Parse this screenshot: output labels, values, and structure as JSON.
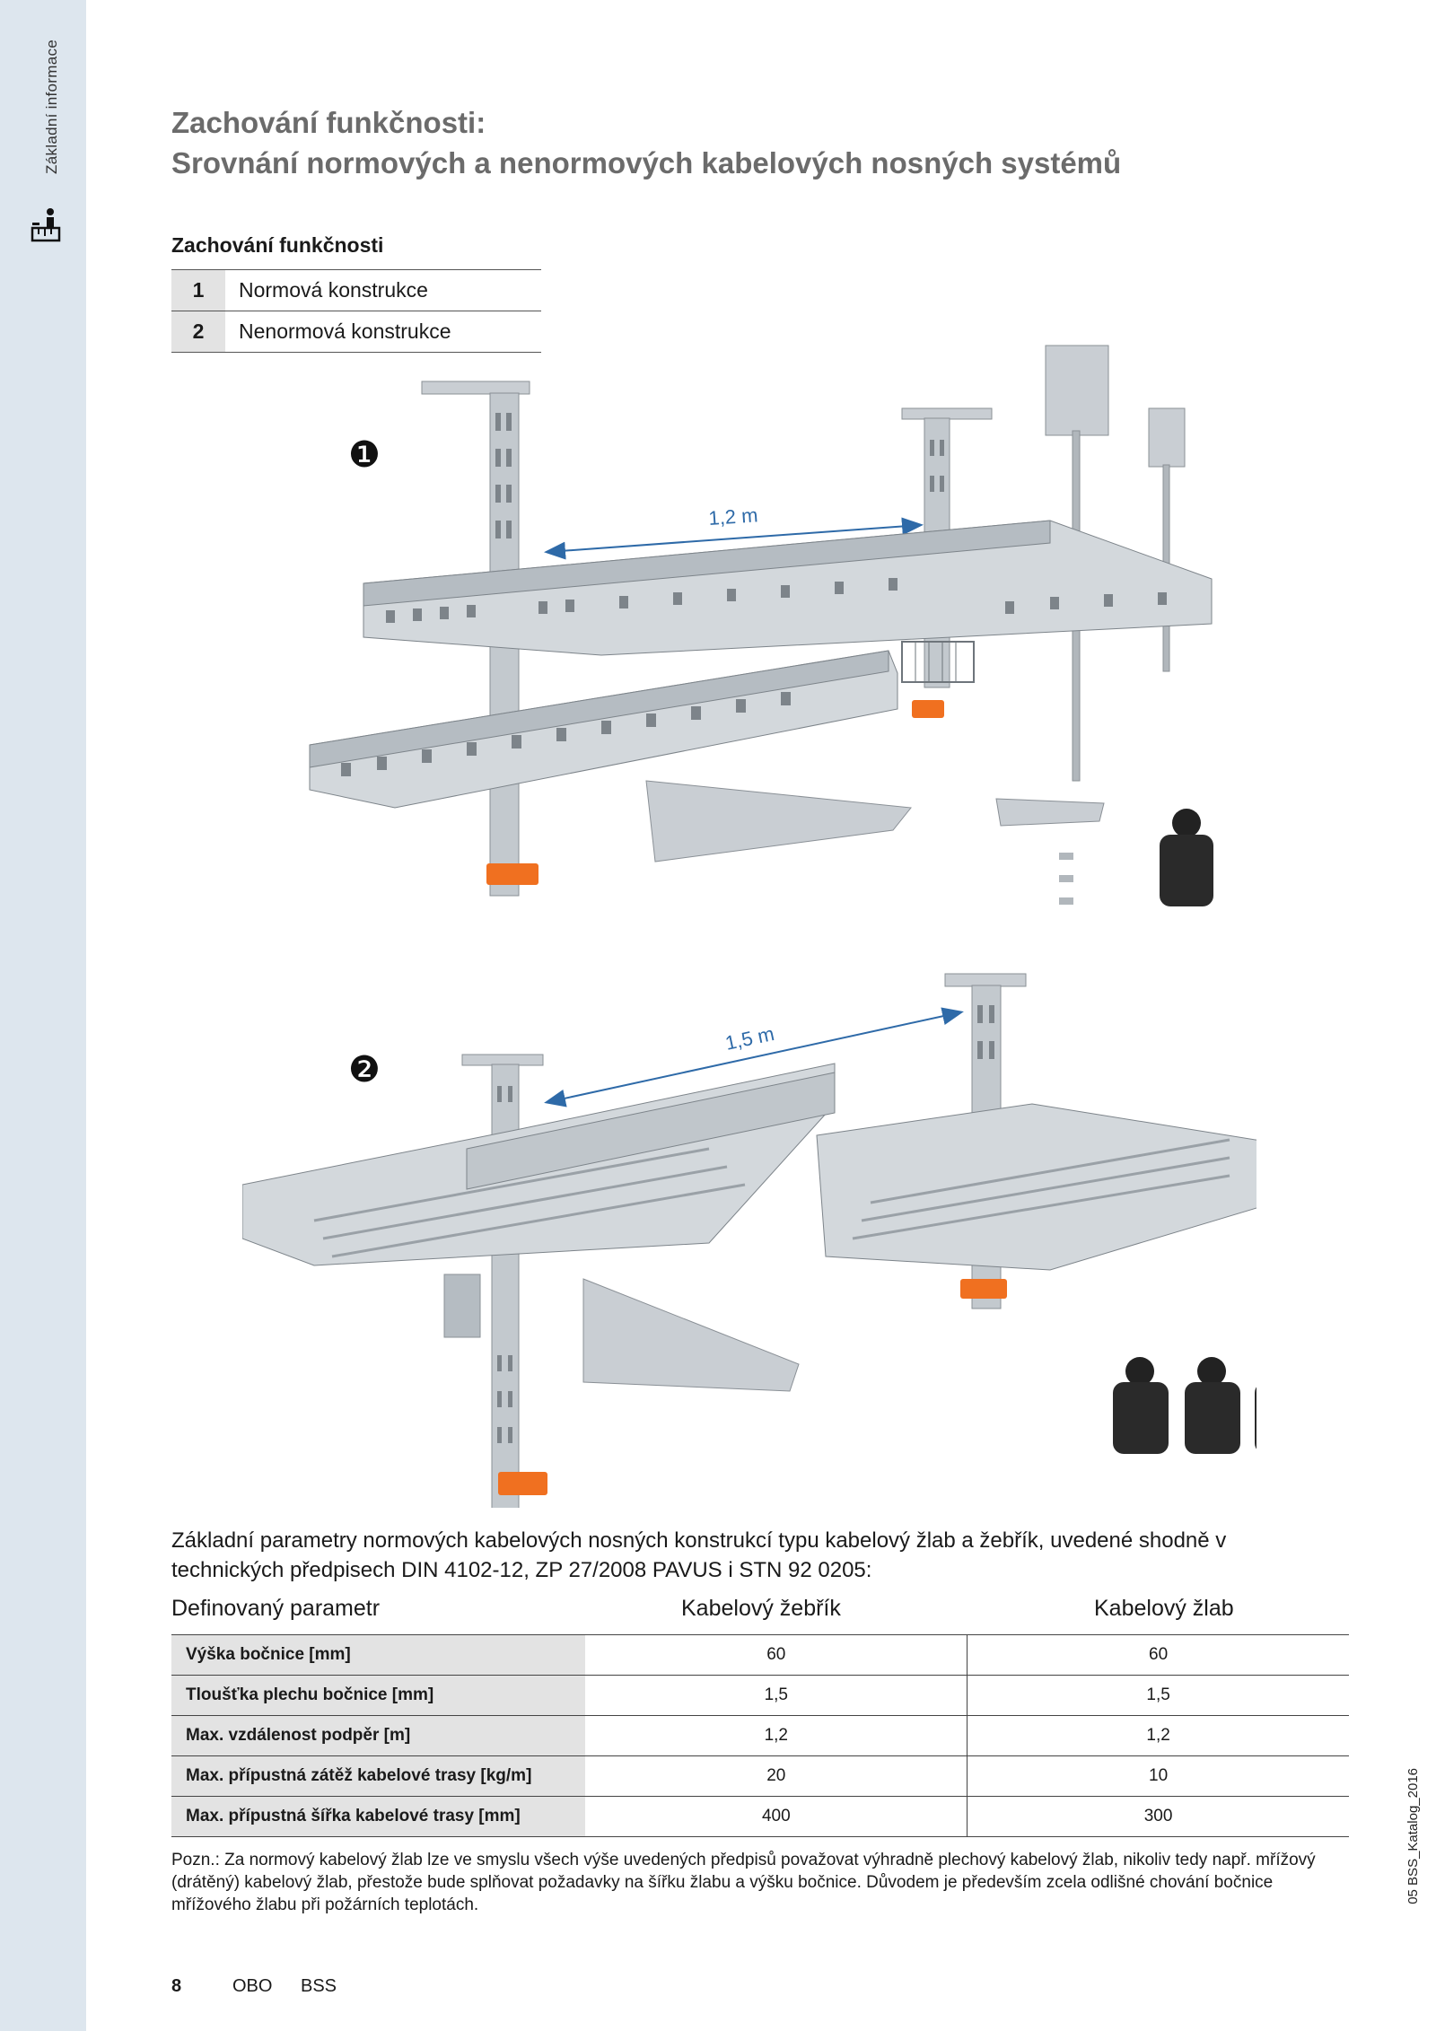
{
  "sidebar": {
    "label": "Základní informace"
  },
  "title": {
    "line1": "Zachování funkčnosti:",
    "line2": "Srovnání normových a nenormových kabelových nosných systémů"
  },
  "legend": {
    "title": "Zachování funkčnosti",
    "items": [
      {
        "num": "1",
        "text": "Normová konstrukce"
      },
      {
        "num": "2",
        "text": "Nenormová konstrukce"
      }
    ]
  },
  "figures": {
    "fig1": {
      "marker": "❶",
      "dimension": "1,2 m"
    },
    "fig2": {
      "marker": "❷",
      "dimension": "1,5 m"
    }
  },
  "paragraph": "Základní parametry normových kabelových nosných konstrukcí typu kabelový žlab a žebřík, uvedené shodně v technických předpisech DIN 4102-12, ZP 27/2008 PAVUS i STN 92 0205:",
  "table": {
    "headers": [
      "Definovaný parametr",
      "Kabelový žebřík",
      "Kabelový žlab"
    ],
    "rows": [
      [
        "Výška bočnice [mm]",
        "60",
        "60"
      ],
      [
        "Tloušťka plechu bočnice [mm]",
        "1,5",
        "1,5"
      ],
      [
        "Max. vzdálenost podpěr [m]",
        "1,2",
        "1,2"
      ],
      [
        "Max. přípustná zátěž kabelové trasy [kg/m]",
        "20",
        "10"
      ],
      [
        "Max. přípustná šířka kabelové trasy [mm]",
        "400",
        "300"
      ]
    ]
  },
  "note": "Pozn.: Za normový kabelový žlab lze ve smyslu všech výše uvedených předpisů považovat výhradně plechový kabelový žlab, nikoliv tedy např. mřížový (drátěný) kabelový žlab, přestože bude splňovat požadavky na šířku žlabu a výšku bočnice. Důvodem je především zcela odlišné chování bočnice mřížového žlabu při požárních teplotách.",
  "side_code": "05 BSS_Katalog_2016",
  "footer": {
    "page": "8",
    "brand": "OBO",
    "section": "BSS"
  },
  "colors": {
    "sidebar": "#dde6ee",
    "orange": "#f07020",
    "steel": "#c3c9ce",
    "arrow": "#2e6aa8"
  }
}
